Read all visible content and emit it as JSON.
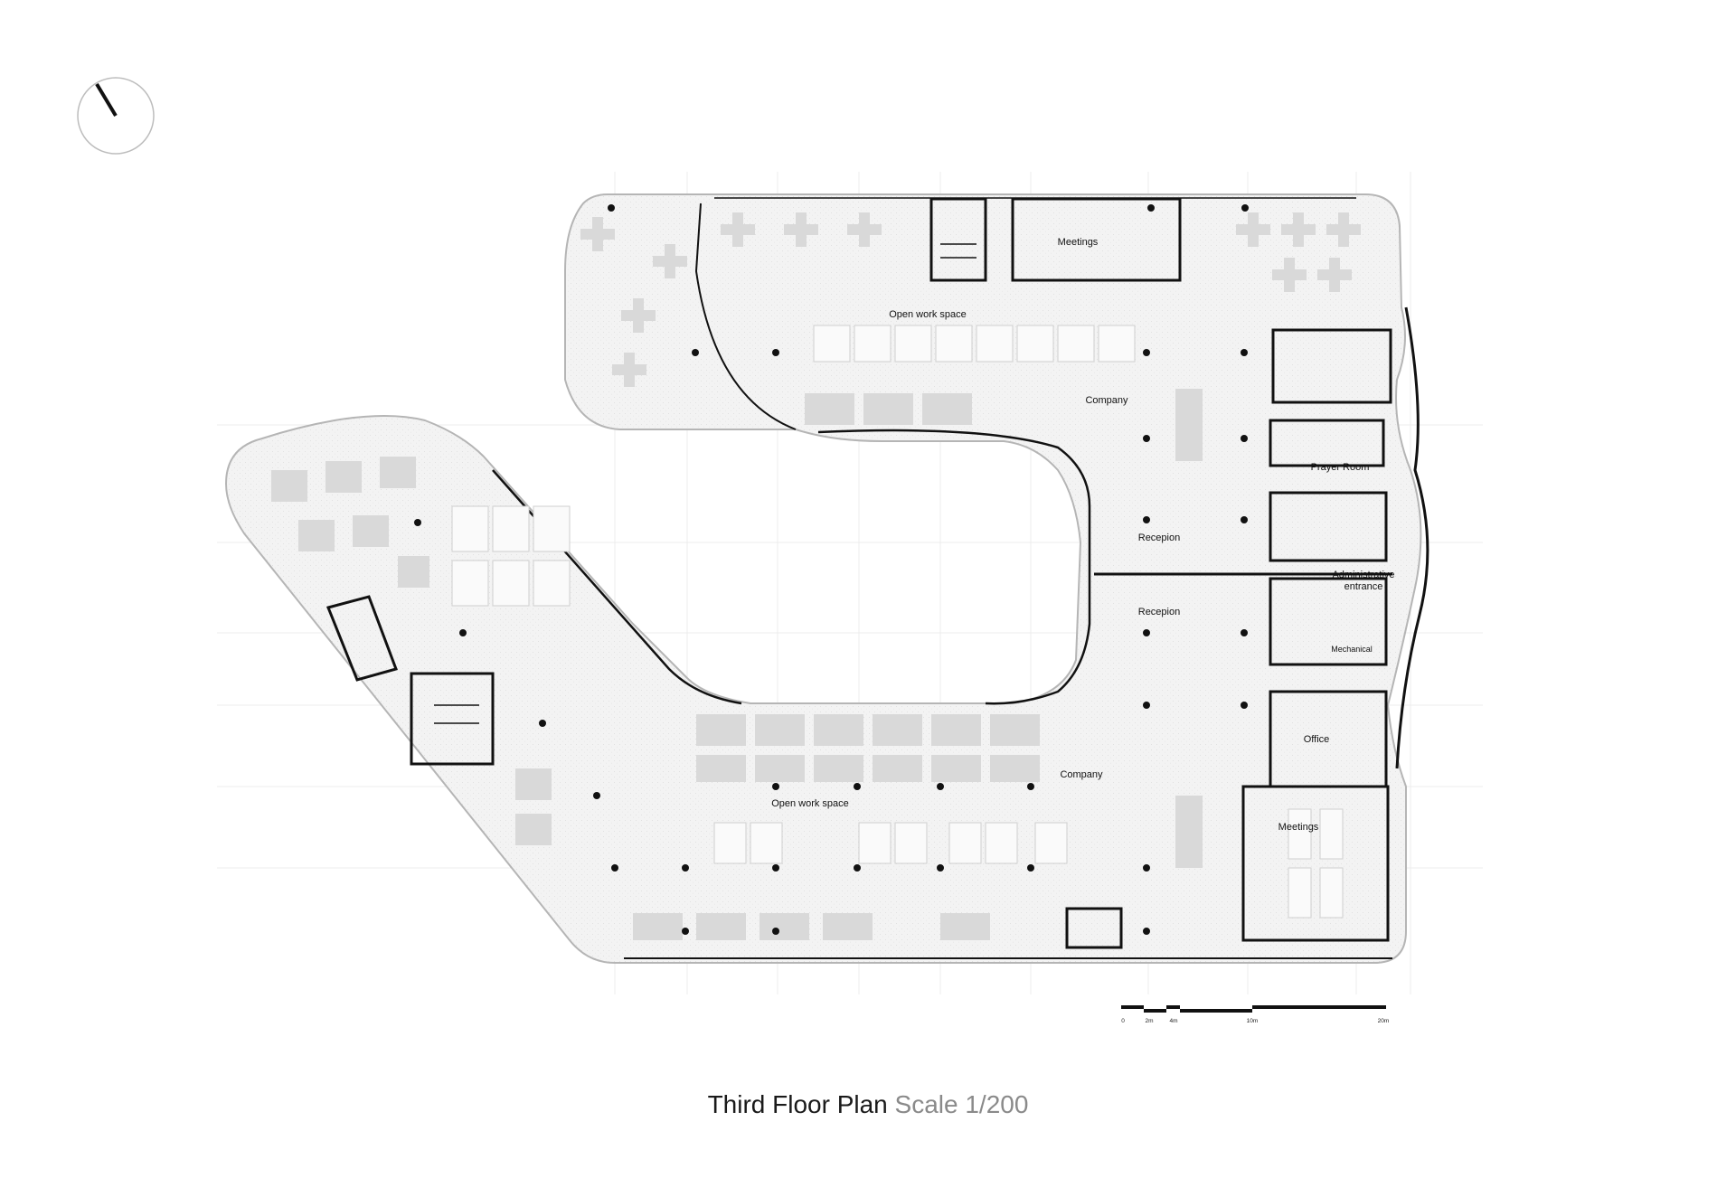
{
  "title": {
    "main": "Third Floor Plan",
    "scale": "Scale 1/200"
  },
  "rooms": {
    "meetings_north": "Meetings",
    "open_work_north": "Open work space",
    "company_north": "Company",
    "prayer_room": "Prayer Room",
    "reception_upper": "Recepion",
    "reception_lower": "Recepion",
    "administrative_entrance_1": "Administrative",
    "administrative_entrance_2": "entrance",
    "mechanical": "Mechanical",
    "office": "Office",
    "company_south": "Company",
    "open_work_south": "Open work space",
    "meetings_south": "Meetings"
  },
  "scale_bar": {
    "ticks": [
      "0",
      "2m",
      "4m",
      "10m",
      "20m"
    ]
  },
  "icons": {
    "north_arrow": "north-arrow-icon"
  },
  "colors": {
    "wall": "#111111",
    "floor_fill": "#f2f2f2",
    "furniture": "#d6d6d6",
    "grid": "#e6e6e6"
  }
}
